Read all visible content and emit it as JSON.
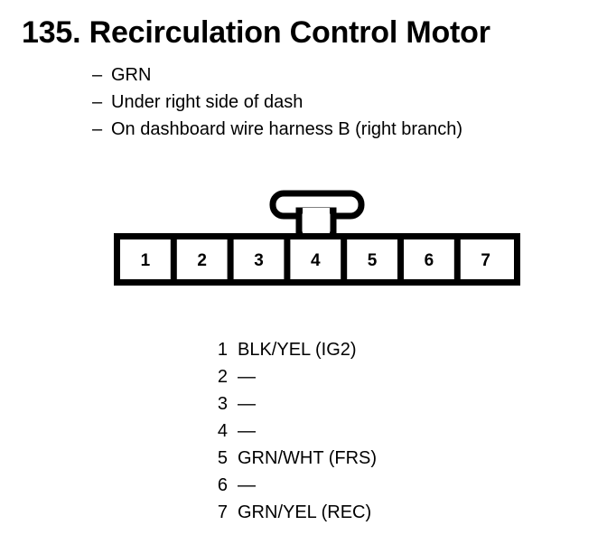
{
  "title": "135. Recirculation Control Motor",
  "notes": [
    {
      "dash": "–",
      "text": "GRN"
    },
    {
      "dash": "–",
      "text": "Under right side of dash"
    },
    {
      "dash": "–",
      "text": "On dashboard wire harness B (right branch)"
    }
  ],
  "connector": {
    "pin_count": 7,
    "pin_labels": [
      "1",
      "2",
      "3",
      "4",
      "5",
      "6",
      "7"
    ],
    "latch_over_pin": "4",
    "stroke_color": "#000000",
    "fill_color": "#ffffff"
  },
  "pin_legend": [
    {
      "pin": "1",
      "wire": "BLK/YEL (IG2)"
    },
    {
      "pin": "2",
      "wire": "—"
    },
    {
      "pin": "3",
      "wire": "—"
    },
    {
      "pin": "4",
      "wire": "—"
    },
    {
      "pin": "5",
      "wire": "GRN/WHT (FRS)"
    },
    {
      "pin": "6",
      "wire": "—"
    },
    {
      "pin": "7",
      "wire": "GRN/YEL (REC)"
    }
  ]
}
